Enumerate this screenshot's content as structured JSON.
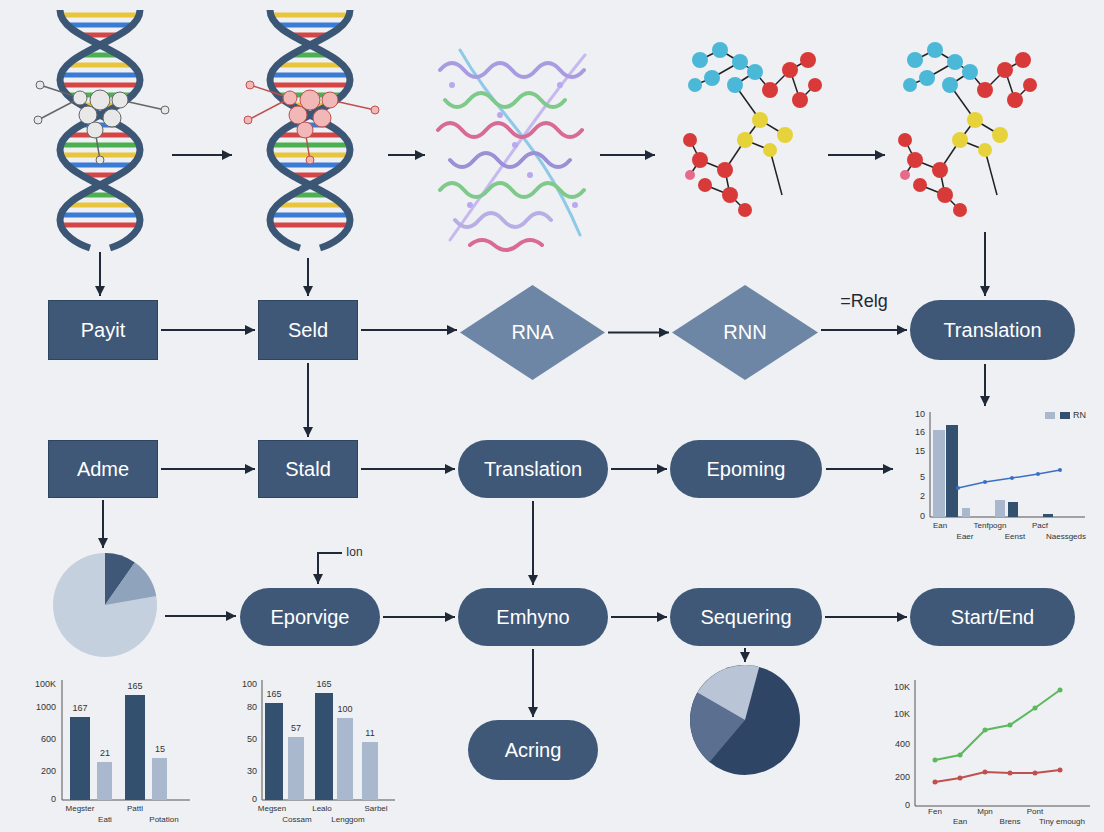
{
  "diagram": {
    "nodes": [
      {
        "text": [
          "Payit"
        ]
      },
      {
        "text": [
          "Seld"
        ]
      },
      {
        "text": [
          "RNA"
        ]
      },
      {
        "text": [
          "RNN"
        ]
      },
      {
        "text": [
          "Translation"
        ]
      },
      {
        "text": [
          "Adme"
        ]
      },
      {
        "text": [
          "Stald"
        ]
      },
      {
        "text": [
          "Translation"
        ]
      },
      {
        "text": [
          "Epoming"
        ]
      },
      {
        "text": [
          "Eporvige"
        ]
      },
      {
        "text": [
          "Emhyno"
        ]
      },
      {
        "text": [
          "Sequering"
        ]
      },
      {
        "text": [
          "Start/End"
        ]
      },
      {
        "text": [
          "Acring"
        ]
      }
    ],
    "edges": [
      {
        "from": 0,
        "to": 1,
        "arrow": "to"
      },
      {
        "from": 1,
        "to": 2,
        "arrow": "to"
      },
      {
        "from": 2,
        "to": 3,
        "arrow": "to"
      },
      {
        "from": 3,
        "to": 4,
        "label": "=Relg",
        "arrow": "to"
      },
      {
        "from": 1,
        "to": 6,
        "arrow": "to"
      },
      {
        "from": 5,
        "to": 6,
        "arrow": "to"
      },
      {
        "from": 6,
        "to": 7,
        "arrow": "to"
      },
      {
        "from": 7,
        "to": 8,
        "arrow": "to"
      },
      {
        "from": 9,
        "to": 10,
        "arrow": "to"
      },
      {
        "from": 7,
        "to": 10,
        "arrow": "to"
      },
      {
        "from": 10,
        "to": 11,
        "arrow": "to"
      },
      {
        "from": 10,
        "to": 13,
        "arrow": "to"
      },
      {
        "from": 11,
        "to": 12,
        "arrow": "to"
      }
    ],
    "labels": [
      "10",
      "16",
      "15",
      "5",
      "2",
      "0",
      "Ean",
      "Eaer",
      "Tenfpogn",
      "Eenst",
      "Pacf",
      "Naessgeds",
      "Ion",
      "100K",
      "1000",
      "600",
      "200",
      "0",
      "167",
      "21",
      "165",
      "15",
      "Megster",
      "Eati",
      "Pattl",
      "Potation",
      "100",
      "80",
      "50",
      "30",
      "0",
      "165",
      "57",
      "165",
      "100",
      "11",
      "Megsen",
      "Cossam",
      "Lealo",
      "Lenggom",
      "Sarbel",
      "10K",
      "10K",
      "400",
      "200",
      "0",
      "Fen",
      "Ean",
      "Mpn",
      "Brens",
      "Pont",
      "Tiny emough"
    ],
    "legend": [
      {
        "text": "RN",
        "color": "#34506f"
      }
    ]
  }
}
